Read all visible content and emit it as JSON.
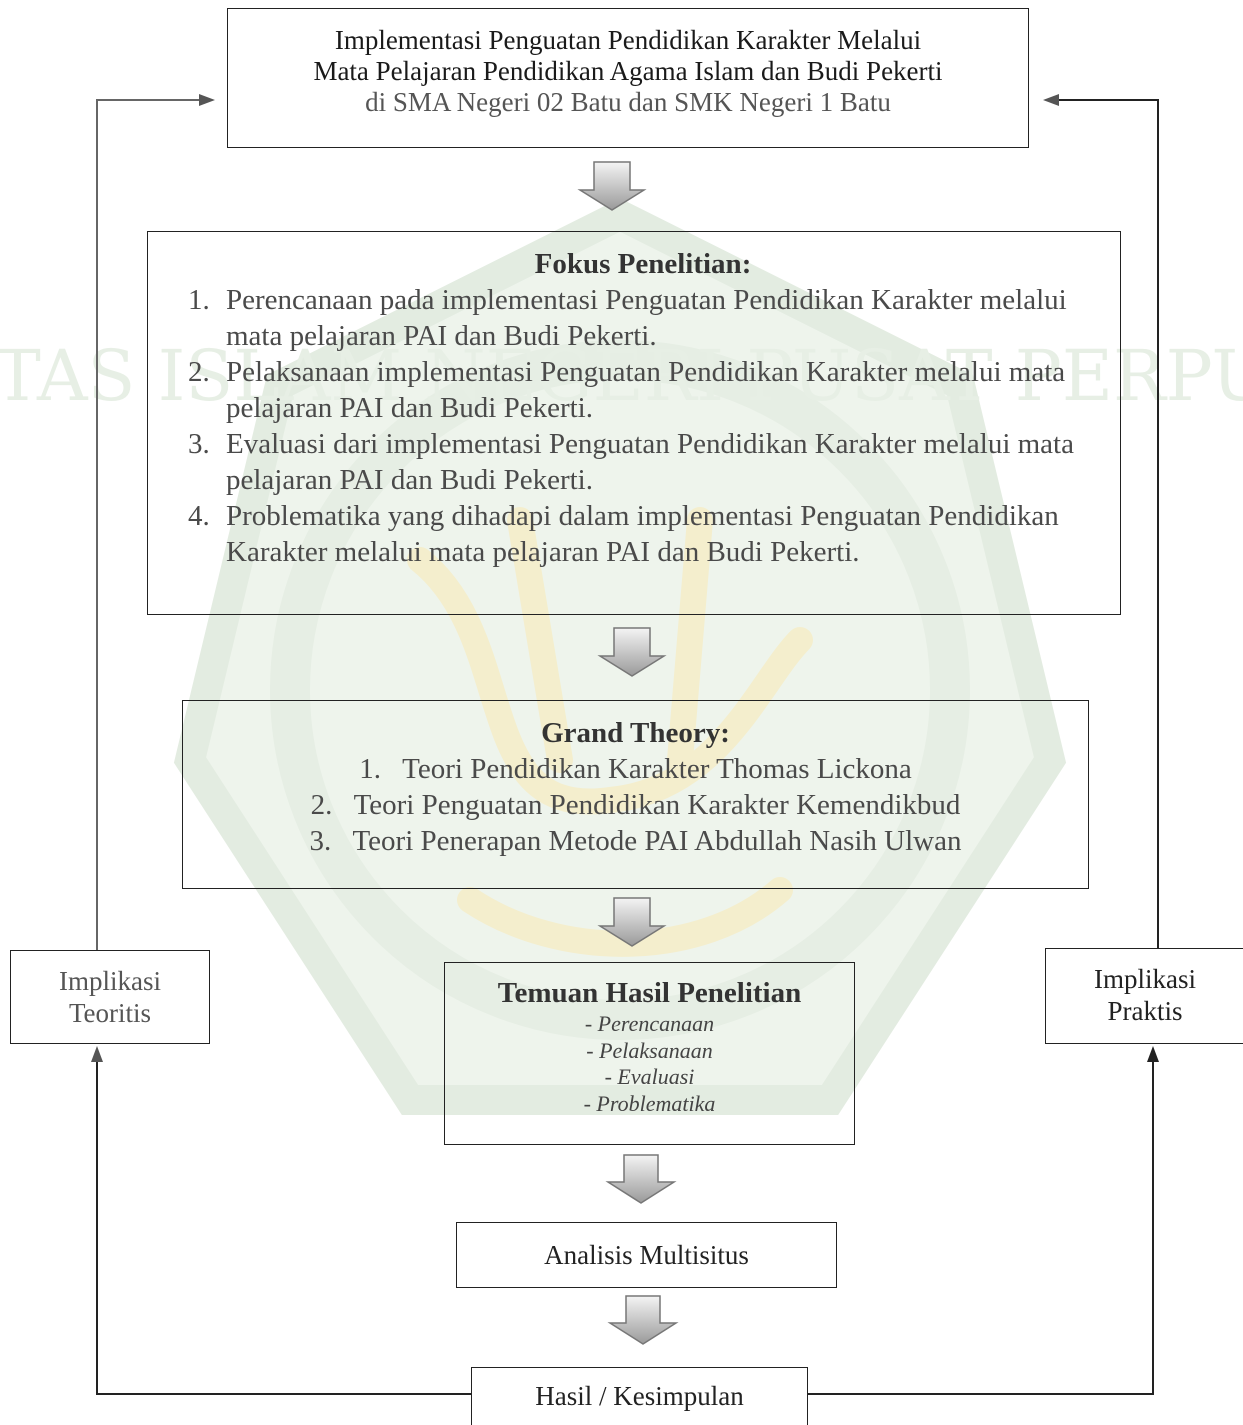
{
  "top_box": {
    "line1": "Implementasi Penguatan Pendidikan Karakter Melalui",
    "line2": "Mata Pelajaran Pendidikan Agama Islam dan Budi Pekerti",
    "line3": "di SMA Negeri 02 Batu dan SMK Negeri 1 Batu"
  },
  "fokus": {
    "title": "Fokus Penelitian:",
    "items": [
      {
        "num": "1.",
        "text": "Perencanaan pada implementasi Penguatan Pendidikan Karakter melalui mata pelajaran PAI dan Budi Pekerti."
      },
      {
        "num": "2.",
        "text": "Pelaksanaan implementasi Penguatan Pendidikan Karakter melalui mata pelajaran PAI dan Budi Pekerti."
      },
      {
        "num": "3.",
        "text": "Evaluasi dari implementasi Penguatan Pendidikan Karakter melalui mata pelajaran PAI dan Budi Pekerti."
      },
      {
        "num": "4.",
        "text": "Problematika yang dihadapi dalam implementasi Penguatan Pendidikan Karakter melalui mata pelajaran PAI dan Budi Pekerti."
      }
    ]
  },
  "grand_theory": {
    "title": "Grand Theory:",
    "items": [
      "1.   Teori Pendidikan Karakter Thomas Lickona",
      "2.   Teori Penguatan Pendidikan Karakter Kemendikbud",
      "3.   Teori Penerapan Metode PAI Abdullah Nasih Ulwan"
    ]
  },
  "temuan": {
    "title": "Temuan Hasil Penelitian",
    "items": [
      "- Perencanaan",
      "- Pelaksanaan",
      "- Evaluasi",
      "- Problematika"
    ]
  },
  "implikasi_teoritis": {
    "line1": "Implikasi",
    "line2": "Teoritis"
  },
  "implikasi_praktis": {
    "line1": "Implikasi",
    "line2": "Praktis"
  },
  "analisis": "Analisis Multisitus",
  "hasil": "Hasil / Kesimpulan",
  "watermark": {
    "ring_text": "UNIVERSITAS ISLAM NEGERI PUSAT PERPUSTAKAAN"
  },
  "colors": {
    "line": "#222222",
    "light_line": "#666666",
    "arrow_fill": "#bbbbbb",
    "watermark_green": "#dfe9dc",
    "watermark_gold": "#f3ecc6"
  }
}
